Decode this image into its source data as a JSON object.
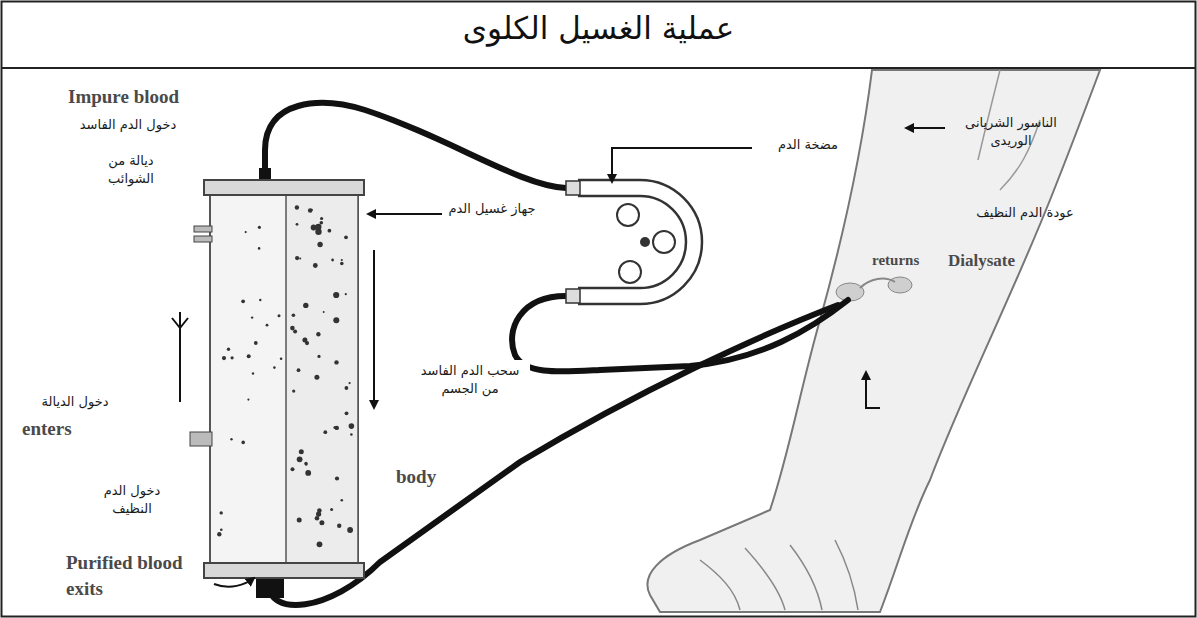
{
  "diagram": {
    "title": "عملية الغسيل الكلوى",
    "labels": [
      "Impure blood",
      "دخول الدم الفاسد",
      "ديالة من الشوائب",
      "جهاز غسيل الدم",
      "مضخة الدم",
      "الناسور الشريانى الوريدى",
      "عودة الدم النظيف",
      "سحب الدم الفاسد من الجسم",
      "دخول الديالة",
      "enters",
      "body",
      "returns",
      "Dialysate",
      "دخول الدم النظيف",
      "Purified blood exits"
    ]
  }
}
